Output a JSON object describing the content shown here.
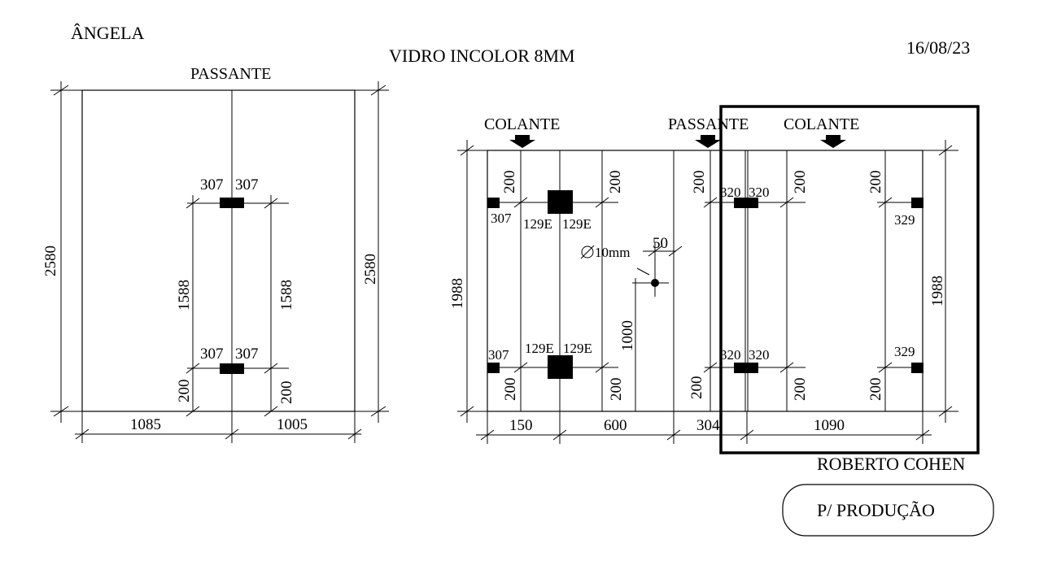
{
  "header": {
    "client": "ÂNGELA",
    "material": "VIDRO INCOLOR 8MM",
    "date": "16/08/23"
  },
  "left_panel": {
    "top_label": "PASSANTE",
    "height": "2580",
    "hinge_top_left": "307",
    "hinge_top_right": "307",
    "hinge_bottom_left": "307",
    "hinge_bottom_right": "307",
    "spacing_left": "1588",
    "spacing_right": "1588",
    "offset_left": "200",
    "offset_right": "200",
    "width_left": "1085",
    "width_right": "1005"
  },
  "right_panel": {
    "label_colante_1": "COLANTE",
    "label_passante": "PASSANTE",
    "label_colante_2": "COLANTE",
    "height_left": "1988",
    "height_right": "1988",
    "off_200": "200",
    "fitting_307": "307",
    "fitting_129e": "129E",
    "fitting_320": "320",
    "fitting_329": "329",
    "hole_symbol": "∅",
    "hole_size": "10mm",
    "hole_offset": "50",
    "hole_height": "1000",
    "width_150": "150",
    "width_600": "600",
    "width_304": "304",
    "width_1090": "1090"
  },
  "footer": {
    "customer": "ROBERTO COHEN",
    "status": "P/ PRODUÇÃO"
  }
}
